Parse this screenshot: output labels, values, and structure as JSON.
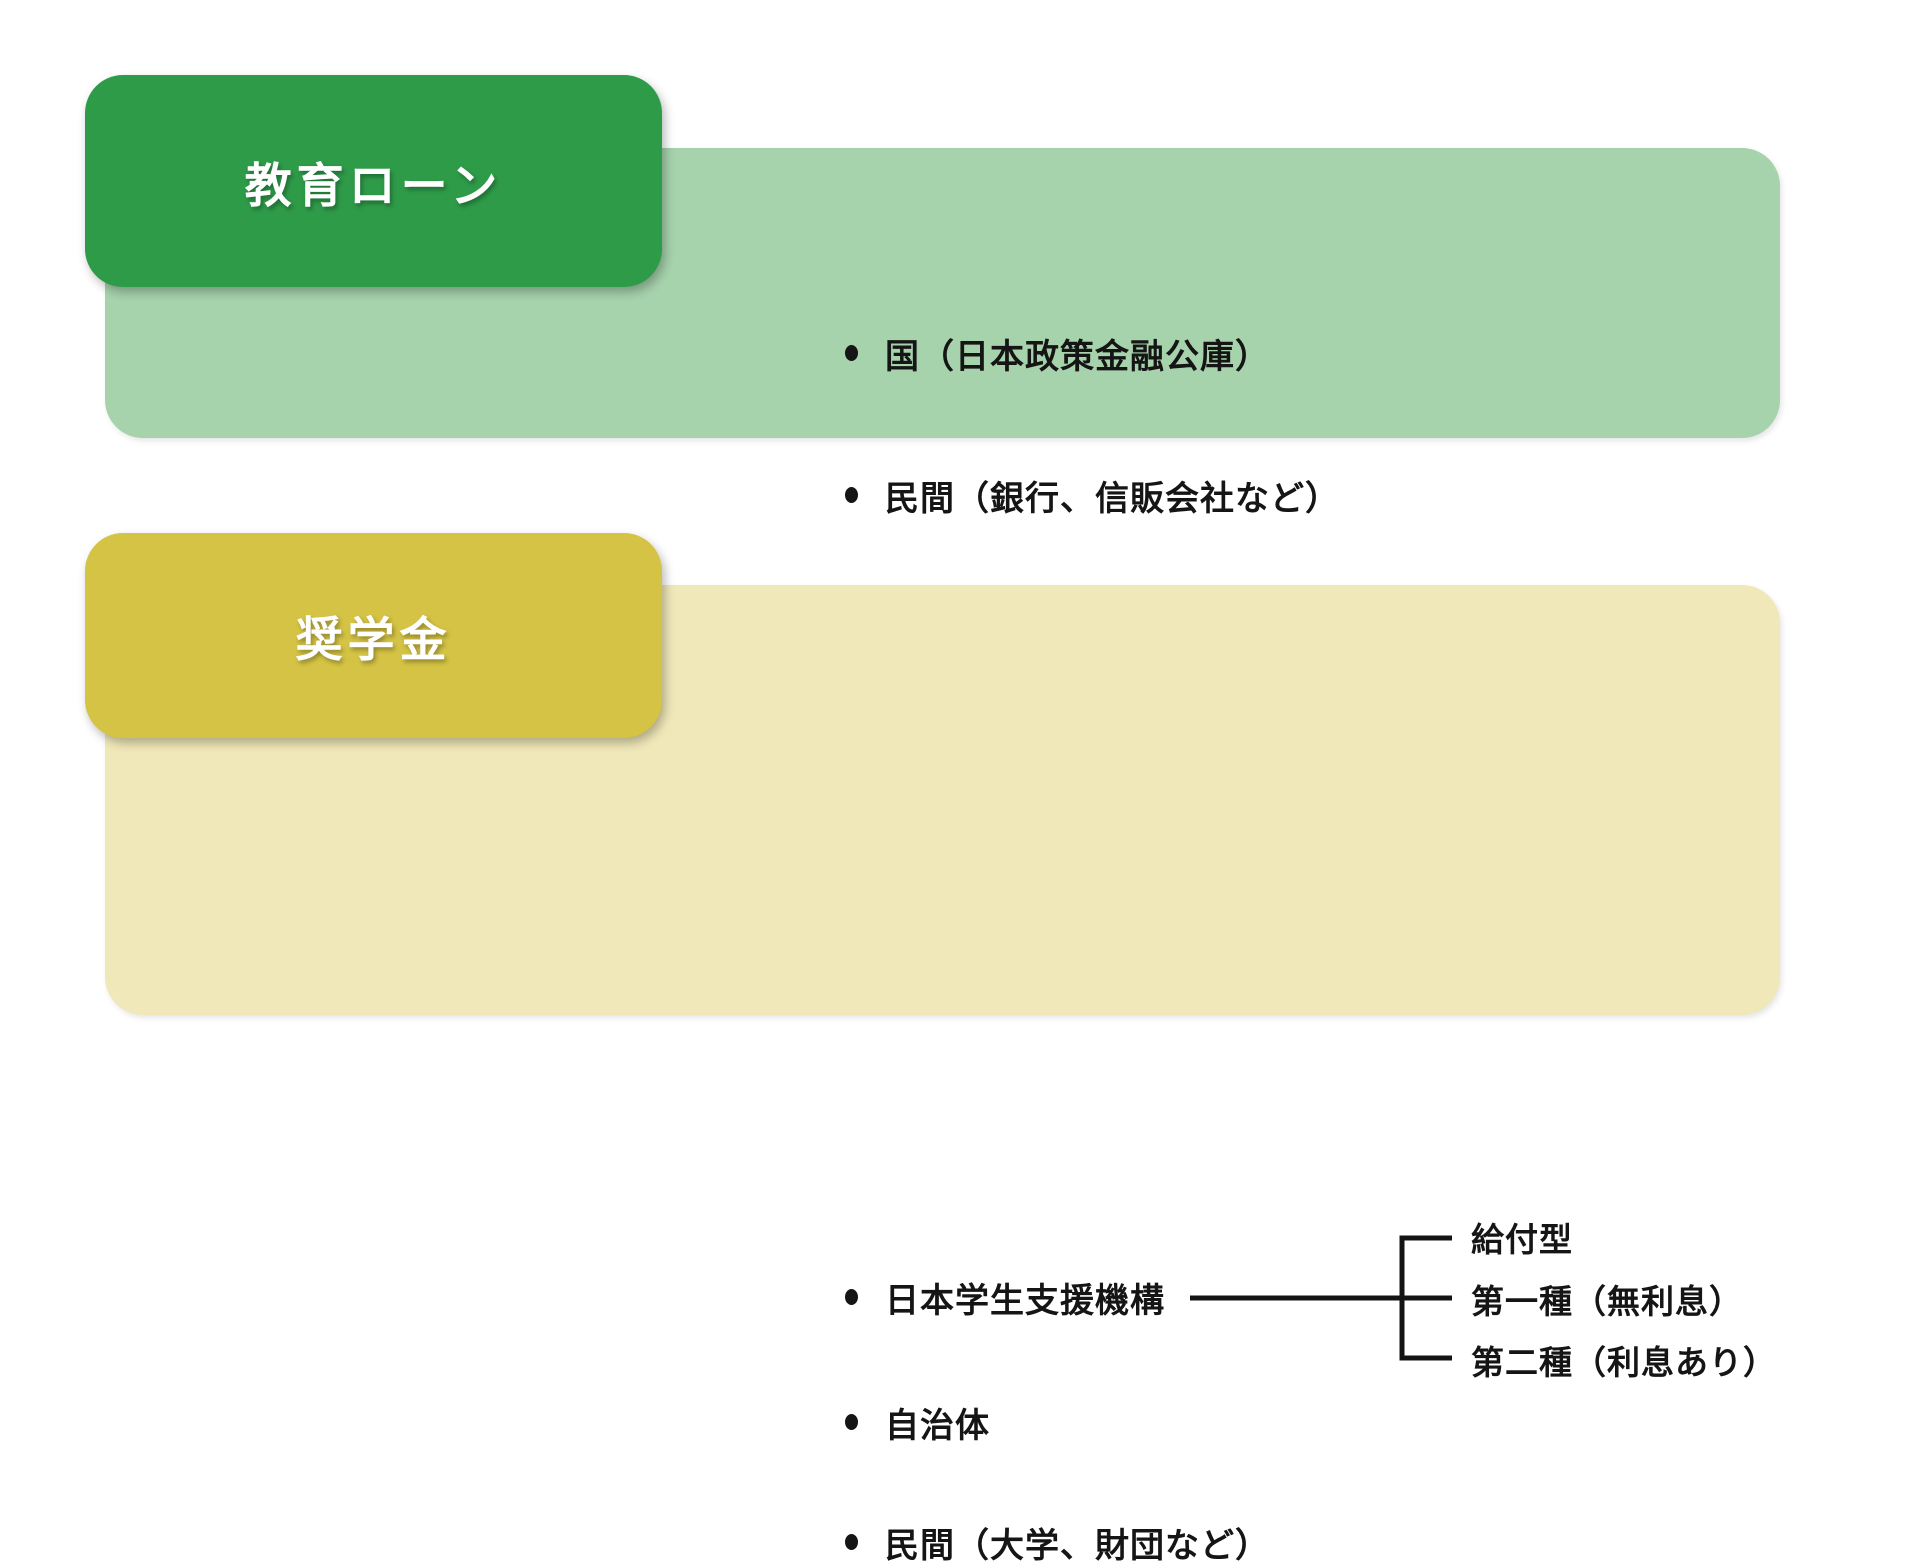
{
  "sections": [
    {
      "title": "教育ローン",
      "items": [
        {
          "label": "国（日本政策金融公庫）"
        },
        {
          "label": "民間（銀行、信販会社など）"
        }
      ]
    },
    {
      "title": "奨学金",
      "items": [
        {
          "label": "日本学生支援機構",
          "branches": [
            "給付型",
            "第一種（無利息）",
            "第二種（利息あり）"
          ]
        },
        {
          "label": "自治体"
        },
        {
          "label": "民間（大学、財団など）"
        }
      ]
    }
  ],
  "colors": {
    "loan_header": "#2E9B49",
    "loan_body": "#A6D2AC",
    "scholarship_header": "#D4C344",
    "scholarship_body": "#F0E8B8",
    "text": "#151515",
    "header_text": "#FFFFFF",
    "connector": "#141414"
  }
}
